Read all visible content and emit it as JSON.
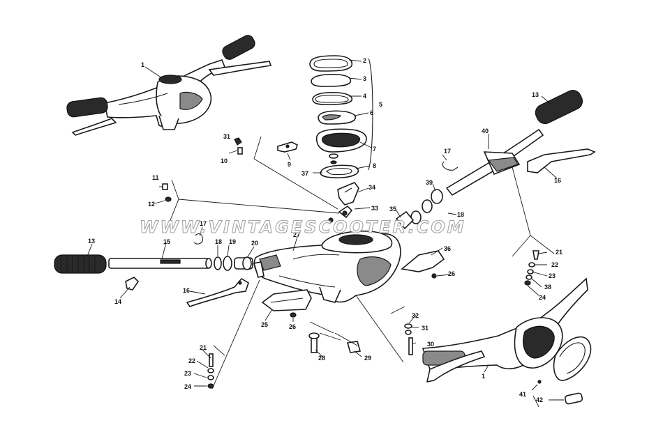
{
  "watermark": "WWW.VINTAGESCOOTER.COM",
  "callouts": {
    "c1a": "1",
    "c2": "2",
    "c3": "3",
    "c4": "4",
    "c5": "5",
    "c6": "6",
    "c7": "7",
    "c8": "8",
    "c9": "9",
    "c10": "10",
    "c11": "11",
    "c12": "12",
    "c13a": "13",
    "c13b": "13",
    "c14": "14",
    "c15": "15",
    "c16a": "16",
    "c16b": "16",
    "c17a": "17",
    "c17b": "17",
    "c18a": "18",
    "c18b": "18",
    "c19": "19",
    "c20": "20",
    "c21a": "21",
    "c21b": "21",
    "c22a": "22",
    "c22b": "22",
    "c23a": "23",
    "c23b": "23",
    "c24a": "24",
    "c24b": "24",
    "c25": "25",
    "c26a": "26",
    "c26b": "26",
    "c27": "27",
    "c28": "28",
    "c29": "29",
    "c30": "30",
    "c31a": "31",
    "c31b": "31",
    "c32": "32",
    "c33": "33",
    "c34": "34",
    "c35": "35",
    "c36": "36",
    "c37": "37",
    "c38": "38",
    "c39": "39",
    "c40": "40",
    "c1b": "1",
    "c41": "41",
    "c42": "42"
  }
}
